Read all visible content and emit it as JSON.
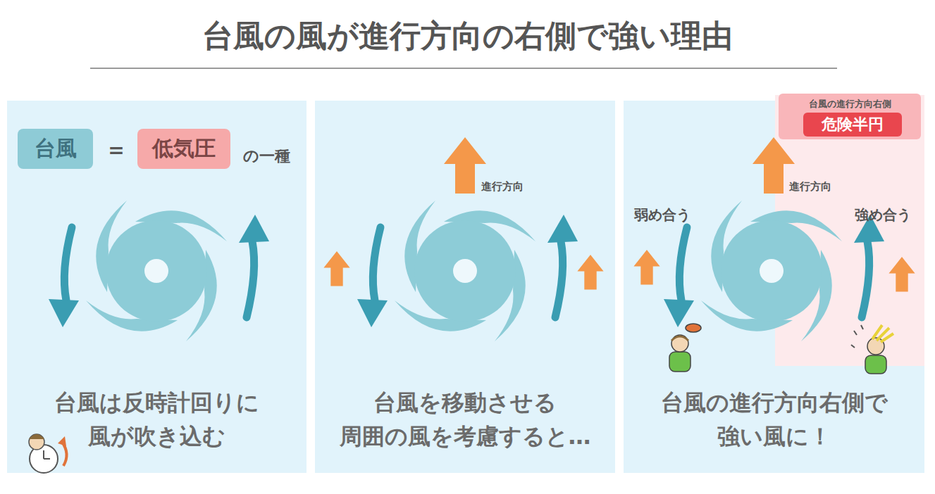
{
  "diagram": {
    "title": "台風の風が進行方向の右側で強い理由",
    "nodes": [
      {
        "text": [
          "台風は反時計回りに 風が吹き込む"
        ]
      },
      {
        "text": [
          "台風"
        ],
        "in": 0
      },
      {
        "text": [
          "低気圧"
        ],
        "in": 0
      },
      {
        "text": [
          "台風を移動させる 周囲の風を考慮すると…"
        ]
      },
      {
        "text": [
          "台風の進行方向右側で 強い風に！"
        ]
      },
      {
        "text": [
          "台風の進行方向右側"
        ],
        "in": 4
      },
      {
        "text": [
          "危険半円"
        ],
        "in": 5
      }
    ],
    "labels": [
      "=",
      "の一種",
      "進行方向",
      "弱め合う",
      "進行方向",
      "強め合う"
    ]
  }
}
